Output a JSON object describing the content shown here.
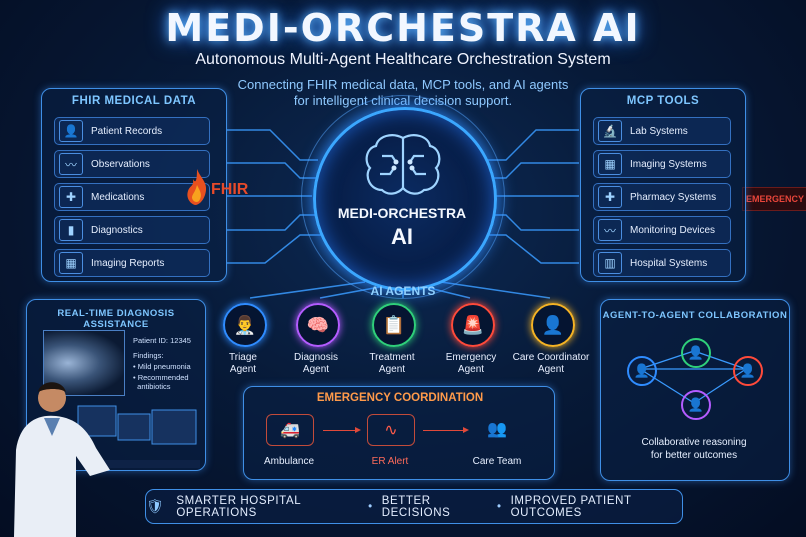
{
  "header": {
    "title": "MEDI-ORCHESTRA AI",
    "subtitle": "Autonomous Multi-Agent Healthcare Orchestration System",
    "tagline_line1": "Connecting FHIR medical data, MCP tools, and AI agents",
    "tagline_line2": "for intelligent clinical decision support."
  },
  "fhir_panel": {
    "title": "FHIR MEDICAL DATA",
    "items": [
      {
        "label": "Patient Records",
        "icon": "patient-records-icon"
      },
      {
        "label": "Observations",
        "icon": "heart-monitor-icon"
      },
      {
        "label": "Medications",
        "icon": "medication-bottle-icon"
      },
      {
        "label": "Diagnostics",
        "icon": "test-tube-icon"
      },
      {
        "label": "Imaging Reports",
        "icon": "xray-icon"
      }
    ],
    "logo_text": "FHIR"
  },
  "mcp_panel": {
    "title": "MCP TOOLS",
    "items": [
      {
        "label": "Lab Systems",
        "icon": "microscope-icon"
      },
      {
        "label": "Imaging Systems",
        "icon": "xray-monitor-icon"
      },
      {
        "label": "Pharmacy Systems",
        "icon": "pharmacy-icon"
      },
      {
        "label": "Monitoring Devices",
        "icon": "ecg-monitor-icon"
      },
      {
        "label": "Hospital Systems",
        "icon": "hospital-icon"
      }
    ]
  },
  "core": {
    "label_line1": "MEDI-ORCHESTRA",
    "label_line2": "AI",
    "icon": "brain-icon"
  },
  "agents": {
    "title": "AI AGENTS",
    "items": [
      {
        "line1": "Triage",
        "line2": "Agent",
        "icon": "doctor-icon",
        "color": "#2f8cff"
      },
      {
        "line1": "Diagnosis",
        "line2": "Agent",
        "icon": "brain-icon",
        "color": "#b45cff"
      },
      {
        "line1": "Treatment",
        "line2": "Agent",
        "icon": "clipboard-icon",
        "color": "#2fd07a"
      },
      {
        "line1": "Emergency",
        "line2": "Agent",
        "icon": "siren-icon",
        "color": "#ff4a3a"
      },
      {
        "line1": "Care Coordinator",
        "line2": "Agent",
        "icon": "coordinator-icon",
        "color": "#f5b324"
      }
    ]
  },
  "diagnosis_panel": {
    "title": "REAL-TIME DIAGNOSIS ASSISTANCE",
    "patient_id": "Patient ID: 12345",
    "findings_label": "Findings:",
    "finding1": "Mild pneumonia",
    "finding2_line1": "Recommended",
    "finding2_line2": "antibiotics"
  },
  "emergency": {
    "title": "EMERGENCY COORDINATION",
    "steps": [
      {
        "label": "Ambulance",
        "icon": "ambulance-icon"
      },
      {
        "label": "ER Alert",
        "icon": "pulse-icon"
      },
      {
        "label": "Care Team",
        "icon": "team-icon"
      }
    ]
  },
  "collab_panel": {
    "title": "AGENT-TO-AGENT COLLABORATION",
    "caption_line1": "Collaborative reasoning",
    "caption_line2": "for better outcomes"
  },
  "background_sign": "EMERGENCY",
  "footer": {
    "item1": "SMARTER HOSPITAL OPERATIONS",
    "item2": "BETTER DECISIONS",
    "item3": "IMPROVED PATIENT OUTCOMES",
    "separator": "•",
    "icon": "shield-lock-icon"
  },
  "colors": {
    "accent": "#3f8fe6",
    "title_glow": "#5fb6ff",
    "emergency": "#ff9a4a",
    "alert_red": "#e0493a"
  }
}
